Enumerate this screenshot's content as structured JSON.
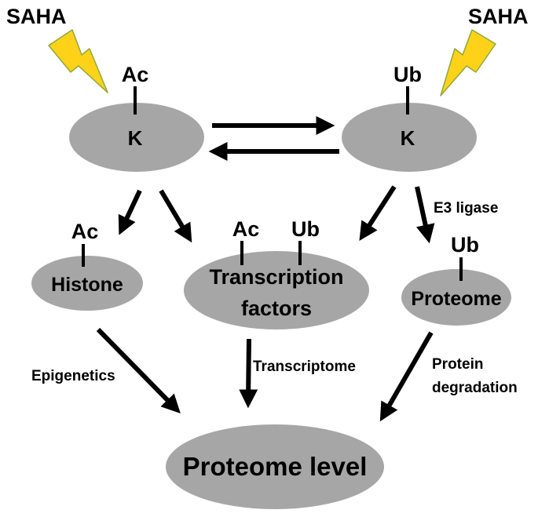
{
  "colors": {
    "node_fill": "#a6a6a6",
    "bolt_fill": "#ffd21a",
    "bolt_stroke": "#8fa838",
    "arrow": "#000000",
    "text": "#000000"
  },
  "inducer": {
    "left": "SAHA",
    "right": "SAHA"
  },
  "nodes": {
    "lysine_acetylated": {
      "label": "K",
      "modification": "Ac"
    },
    "lysine_ubiquitinated": {
      "label": "K",
      "modification": "Ub"
    },
    "histone": {
      "label": "Histone",
      "modification": "Ac"
    },
    "transcription_factors": {
      "label_line1": "Transcription",
      "label_line2": "factors",
      "modification_1": "Ac",
      "modification_2": "Ub"
    },
    "proteome": {
      "label": "Proteome",
      "modification": "Ub"
    },
    "proteome_level": {
      "label": "Proteome level"
    }
  },
  "edge_labels": {
    "e3_ligase": "E3 ligase",
    "epigenetics": "Epigenetics",
    "transcriptome": "Transcriptome",
    "protein_degradation_line1": "Protein",
    "protein_degradation_line2": "degradation"
  }
}
